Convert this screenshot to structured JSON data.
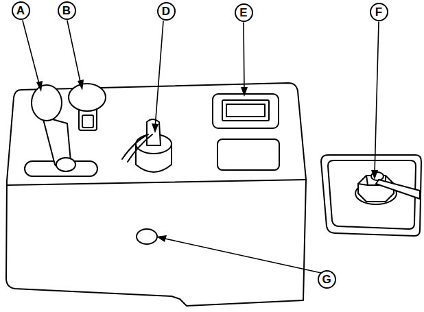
{
  "diagram": {
    "nodes": [
      {
        "text": [
          "A"
        ]
      },
      {
        "text": [
          "B"
        ]
      },
      {
        "text": [
          "D"
        ]
      },
      {
        "text": [
          "E"
        ]
      },
      {
        "text": [
          "F"
        ]
      },
      {
        "text": [
          "G"
        ]
      }
    ]
  }
}
